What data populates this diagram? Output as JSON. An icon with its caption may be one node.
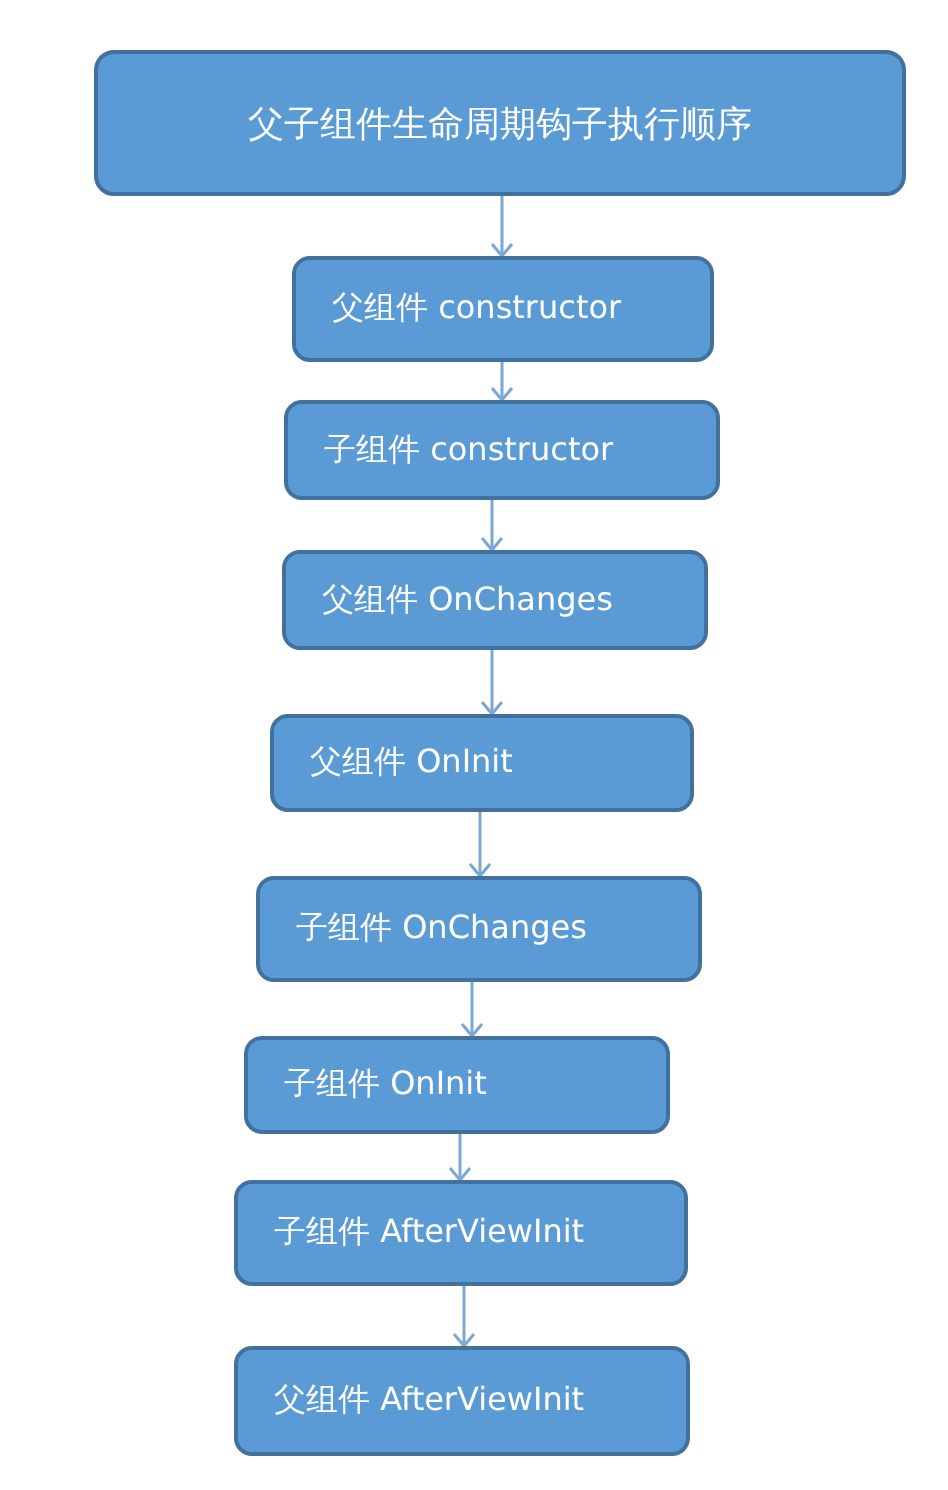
{
  "diagram": {
    "nodes": [
      {
        "text": [
          "父子组件生命周期钩子执行顺序"
        ]
      },
      {
        "text": [
          "父组件 constructor"
        ]
      },
      {
        "text": [
          "子组件 constructor"
        ]
      },
      {
        "text": [
          "父组件 OnChanges"
        ]
      },
      {
        "text": [
          "父组件 OnInit"
        ]
      },
      {
        "text": [
          "子组件 OnChanges"
        ]
      },
      {
        "text": [
          "子组件 OnInit"
        ]
      },
      {
        "text": [
          "子组件 AfterViewInit"
        ]
      },
      {
        "text": [
          "父组件 AfterViewInit"
        ]
      }
    ],
    "edges": [
      {
        "from": 0,
        "to": 1,
        "arrow": "to"
      },
      {
        "from": 1,
        "to": 2,
        "arrow": "to"
      },
      {
        "from": 2,
        "to": 3,
        "arrow": "to"
      },
      {
        "from": 3,
        "to": 4,
        "arrow": "to"
      },
      {
        "from": 4,
        "to": 5,
        "arrow": "to"
      },
      {
        "from": 5,
        "to": 6,
        "arrow": "to"
      },
      {
        "from": 6,
        "to": 7,
        "arrow": "to"
      },
      {
        "from": 7,
        "to": 8,
        "arrow": "to"
      }
    ]
  }
}
